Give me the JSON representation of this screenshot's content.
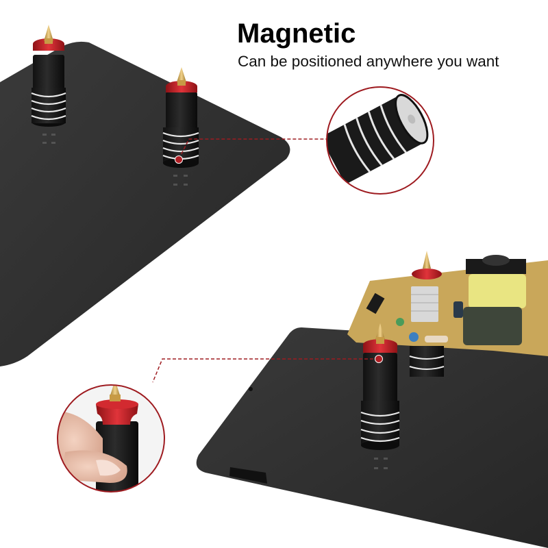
{
  "headline": {
    "title": "Magnetic",
    "subtitle": "Can be positioned anywhere you want"
  },
  "colors": {
    "background": "#ffffff",
    "board": "#2b2b2b",
    "accent_red": "#c01f24",
    "callout_line": "#9e1b20",
    "brass": "#d4aa55",
    "pcb": "#c9a75a"
  },
  "scene": {
    "top_board": {
      "pins": 2,
      "callout": "magnet-base-closeup"
    },
    "bottom_board": {
      "pins": 2,
      "holds": "circuit-board",
      "callout": "pin-in-hand-closeup"
    }
  }
}
